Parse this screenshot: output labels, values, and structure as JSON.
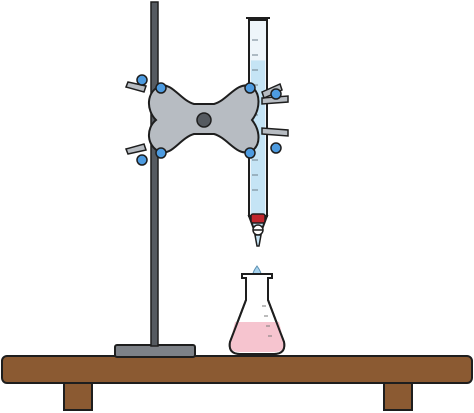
{
  "scene": {
    "apparatus": [
      "ring-stand",
      "double-burette-clamp",
      "burette",
      "stopcock",
      "titrant-drop",
      "erlenmeyer-flask",
      "lab-bench"
    ],
    "colors": {
      "outline": "#1e1e1e",
      "rod": "#555a60",
      "clamp_body": "#b7bcc2",
      "clamp_knob": "#4d9be0",
      "burette_glass": "#eef5fa",
      "titrant": "#c5e4f5",
      "stopcock": "#c0262d",
      "drop": "#a7d3ee",
      "flask_glass": "#ffffff",
      "flask_solution": "#f6c4cf",
      "bench_top": "#8b5a32",
      "bench_leg": "#8b5a32",
      "stand_base": "#7d8187"
    },
    "burette_fill_fraction": 0.8
  }
}
